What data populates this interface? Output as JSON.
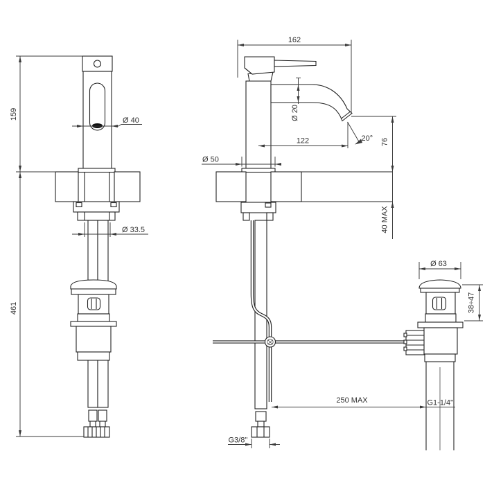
{
  "drawing": {
    "title": "faucet-technical-drawing",
    "background_color": "#ffffff",
    "line_color": "#222222",
    "dimension_color": "#3a3a3a"
  },
  "labels": {
    "height_above_deck": "159",
    "length_below_deck": "461",
    "body_diameter": "Ø 40",
    "shank_diameter": "Ø 33.5",
    "overall_depth": "162",
    "spout_diameter": "Ø 20",
    "spout_reach": "122",
    "outlet_angle": "20°",
    "outlet_height": "76",
    "deck_thickness": "40 MAX",
    "base_diameter": "Ø 50",
    "supply_thread": "G3/8\"",
    "rod_reach": "250 MAX",
    "waste_plug_diameter": "Ø 63",
    "waste_height_range": "38÷47",
    "waste_thread": "G1-1/4\""
  }
}
